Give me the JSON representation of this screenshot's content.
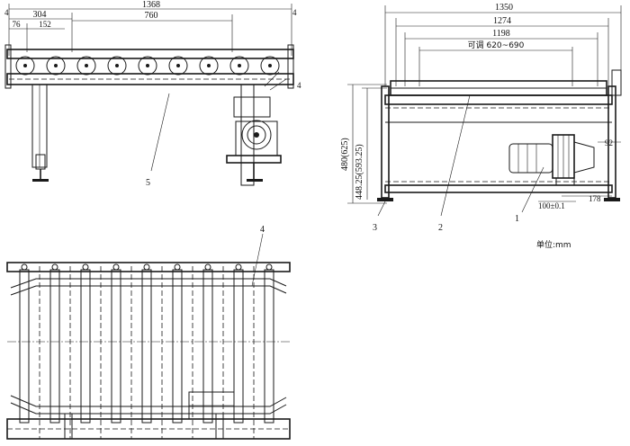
{
  "front_view": {
    "dim_overall": "1368",
    "dim_left": "304",
    "dim_left_small": "76",
    "dim_mid_small": "152",
    "dim_roller_span": "760",
    "dim_end_left": "4",
    "dim_end_right": "4",
    "dim_side_right": "4",
    "callout_frame": "5"
  },
  "side_view": {
    "dim_overall": "1350",
    "dim_1274": "1274",
    "dim_1198": "1198",
    "dim_adjustable": "可调 620~690",
    "dim_height_a": "480(625)",
    "dim_height_b": "448.25(593.25)",
    "dim_92": "92",
    "dim_178": "178",
    "dim_100": "100±0.1",
    "callout_motor": "1",
    "callout_roller": "2",
    "callout_leg": "3"
  },
  "plan_view": {
    "callout_guide": "4"
  },
  "unit_label": "单位:mm"
}
